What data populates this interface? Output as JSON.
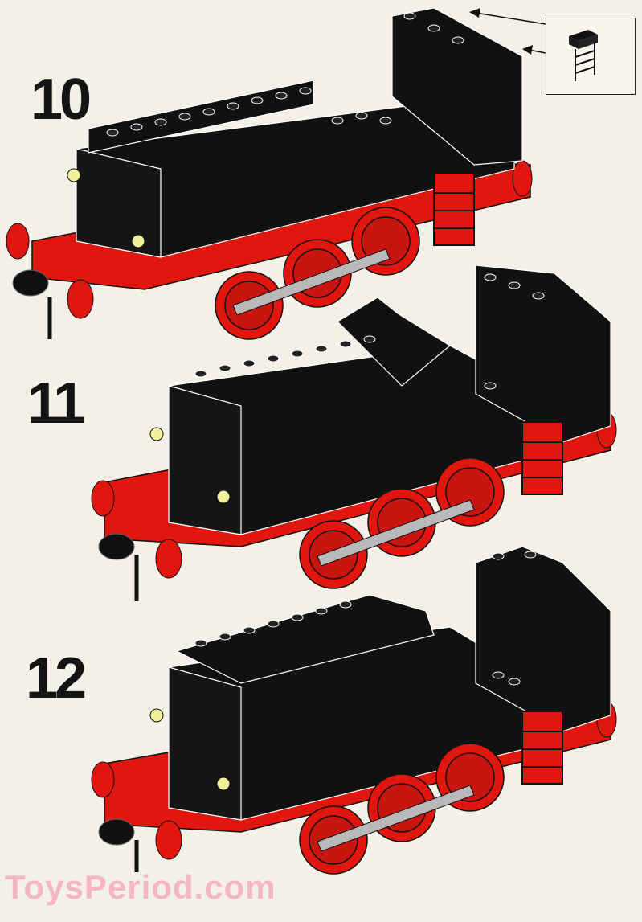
{
  "steps": [
    {
      "number": "10"
    },
    {
      "number": "11"
    },
    {
      "number": "12"
    }
  ],
  "watermark": "ToysPeriod.com",
  "colors": {
    "brick_black": "#111111",
    "brick_red": "#e0160f",
    "wheel_grey": "#b9b9b9",
    "lamp_yellow": "#f4ef9a",
    "paper": "#f3f0e8"
  }
}
